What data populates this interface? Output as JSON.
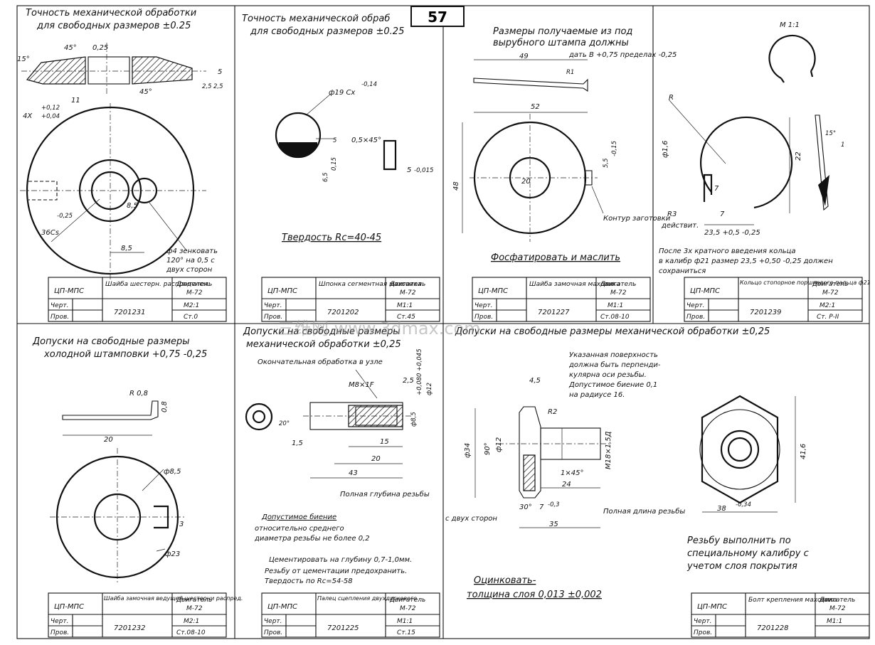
{
  "page_number": "57",
  "watermark": "三维网 www.3dmax.com",
  "panels": [
    {
      "title_1": "Точность механической обработки",
      "title_2": "для свободных размеров ±0.25",
      "notes": [
        "ф4 зенковать",
        "120° на 0,5 с",
        "двух сторон"
      ],
      "dims": [
        "15°",
        "45°",
        "0,25",
        "5",
        "2,5",
        "2,5",
        "45°",
        "11",
        "+0,12",
        "4X",
        "+0,04",
        "8,5",
        "8,5",
        "36Cs",
        "-0,25"
      ],
      "table": {
        "org": "ЦП-МПС",
        "name": "Шайба шестерн. распределен.",
        "product_label": "Двигатель",
        "product": "М-72",
        "scale": "М2:1",
        "material": "Ст.0",
        "number": "7201231",
        "row1": "Черт.",
        "row2": "Пров."
      }
    },
    {
      "title_1": "Точность механической обраб",
      "title_2": "для свободных размеров ±0.25",
      "notes": [
        "Твердость Rc=40-45"
      ],
      "dims": [
        "ф19 Cх",
        "-0,14",
        "5",
        "6,5",
        "0,15",
        "0,5×45°",
        "5",
        "-0,015"
      ],
      "table": {
        "org": "ЦП-МПС",
        "name": "Шпонка сегментная маховика",
        "product_label": "Двигатель",
        "product": "М-72",
        "scale": "М1:1",
        "material": "Ст.45",
        "number": "7201202",
        "row1": "Черт.",
        "row2": "Пров."
      }
    },
    {
      "title_1": "Размеры получаемые из под",
      "title_2": "вырубного штампа должны",
      "title_3": "дать В +0,75 пределах -0,25",
      "notes": [
        "Контур заготовки",
        "Фосфатировать и маслить"
      ],
      "dims": [
        "49",
        "R1",
        "52",
        "20",
        "48",
        "5,5",
        "-0,15"
      ],
      "table": {
        "org": "ЦП-МПС",
        "name": "Шайба замочная маховика",
        "product_label": "Двигатель",
        "product": "М-72",
        "scale": "М1:1",
        "material": "Ст.08-10",
        "number": "7201227",
        "row1": "Черт.",
        "row2": "Пров."
      }
    },
    {
      "title_1": "М 1:1",
      "notes": [
        "После 3х кратного введения кольца",
        "в калибр ф21 размер 23,5 +0,50 -0,25 должен",
        "сохраниться"
      ],
      "dims": [
        "R",
        "ф1,6",
        "22",
        "15°",
        "R3",
        "действит.",
        "7",
        "7",
        "23,5 +0,5 -0,25",
        "1"
      ],
      "table": {
        "org": "ЦП-МПС",
        "name": "Кольцо стопорное поршневого пальца ф21",
        "product_label": "Двигатель",
        "product": "М-72",
        "scale": "М2:1",
        "material": "Ст. Р-II",
        "number": "7201239",
        "row1": "Черт.",
        "row2": "Пров."
      }
    },
    {
      "title_1": "Допуски на свободные размеры",
      "title_2": "холодной штамповки +0,75 -0,25",
      "notes": [],
      "dims": [
        "R 0,8",
        "0,8",
        "20",
        "ф8,5",
        "3",
        "ф23"
      ],
      "table": {
        "org": "ЦП-МПС",
        "name": "Шайба замочная ведущей шестерни распред.",
        "product_label": "Двигатель",
        "product": "М-72",
        "scale": "М2:1",
        "material": "Ст.08-10",
        "number": "7201232",
        "row1": "Черт.",
        "row2": "Пров."
      }
    },
    {
      "title_1": "Допуски на свободные размеры",
      "title_2": "механической обработки ±0,25",
      "notes": [
        "Окончательная обработка в узле",
        "Полная глубина резьбы",
        "Допустимое биение",
        "относительно среднего",
        "диаметра резьбы не более 0,2",
        "Цементировать на глубину 0,7-1,0мм.",
        "Резьбу от цементации предохранить.",
        "Твердость по Rc=54-58"
      ],
      "dims": [
        "М8×1F",
        "2,5",
        "ф12",
        "+0,080 +0,045",
        "ф8,5",
        "20°",
        "1,5",
        "15",
        "20",
        "43"
      ],
      "table": {
        "org": "ЦП-МПС",
        "name": "Палец сцепления двухдискового",
        "product_label": "Двигатель",
        "product": "М-72",
        "scale": "М1:1",
        "material": "Ст.15",
        "number": "7201225",
        "row1": "Черт.",
        "row2": "Пров."
      }
    },
    {
      "title_1": "Допуски на свободные размеры механической обработки ±0,25",
      "notes": [
        "Указанная поверхность",
        "должна быть перпенди-",
        "кулярна оси резьбы.",
        "Допустимое биение 0,1",
        "на радиусе 16.",
        "Полная длина резьбы",
        "с двух сторон",
        "Оцинковать-",
        "толщина слоя 0,013 ±0,002",
        "Резьбу выполнить по",
        "специальному калибру с",
        "учетом слоя покрытия"
      ],
      "dims": [
        "4,5",
        "R2",
        "ф34",
        "90°",
        "ф12",
        "М18×1,5Д",
        "1×45°",
        "24",
        "30°",
        "7",
        "-0,3",
        "35",
        "41,6",
        "38",
        "-0,34"
      ],
      "table": {
        "org": "ЦП-МПС",
        "name": "Болт крепления маховика",
        "product_label": "Двигатель",
        "product": "М-72",
        "scale": "М1:1",
        "material": "",
        "number": "7201228",
        "row1": "Черт.",
        "row2": "Пров."
      }
    }
  ]
}
